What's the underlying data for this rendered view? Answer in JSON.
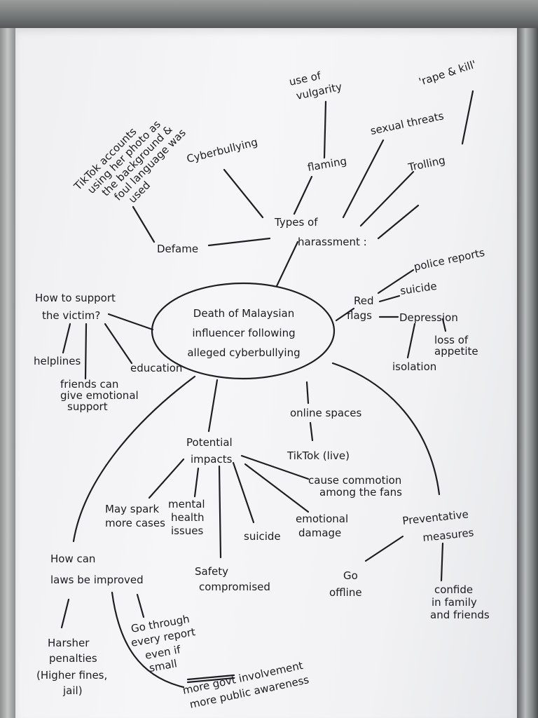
{
  "center": [
    "Death of Malaysian",
    "influencer following",
    "alleged cyberbullying"
  ],
  "harassment": {
    "title": [
      "Types of",
      "harassment :"
    ],
    "defame": "Defame",
    "tiktok_note": [
      "TikTok accounts",
      "using her photo as",
      "the background &",
      "foul language was",
      "used"
    ],
    "cyberbullying": "Cyberbullying",
    "flaming": "flaming",
    "vulgarity": [
      "use of",
      "vulgarity"
    ],
    "sexual_threats": "sexual threats",
    "rape_kill": "'rape & kill'",
    "trolling": "Trolling"
  },
  "red_flags": {
    "title": [
      "Red",
      "flags"
    ],
    "police": "police reports",
    "suicide": "suicide",
    "depression": "Depression",
    "isolation": "isolation",
    "appetite": [
      "loss of",
      "appetite"
    ]
  },
  "support": {
    "title": [
      "How to support",
      "the victim?"
    ],
    "helplines": "helplines",
    "friends": [
      "friends can",
      "give emotional",
      "support"
    ],
    "education": "education"
  },
  "online": {
    "title": "online spaces",
    "tiktok": "TikTok (live)"
  },
  "impacts": {
    "title": [
      "Potential",
      "impacts"
    ],
    "commotion": [
      "cause commotion",
      "among the fans"
    ],
    "spark": [
      "May spark",
      "more cases"
    ],
    "mental": [
      "mental",
      "health",
      "issues"
    ],
    "suicide": "suicide",
    "emotional": [
      "emotional",
      "damage"
    ],
    "safety": [
      "Safety",
      "compromised"
    ]
  },
  "preventative": {
    "title": [
      "Preventative",
      "measures"
    ],
    "offline": [
      "Go",
      "offline"
    ],
    "confide": [
      "confide",
      "in family",
      "and friends"
    ]
  },
  "laws": {
    "title": [
      "How can",
      "laws be  improved"
    ],
    "harsher": [
      "Harsher",
      "penalties",
      "(Higher fines,",
      "jail)"
    ],
    "report": [
      "Go through",
      "every report",
      "even if",
      "small"
    ],
    "govt": "more govt involvement",
    "awareness": "more public awareness"
  }
}
